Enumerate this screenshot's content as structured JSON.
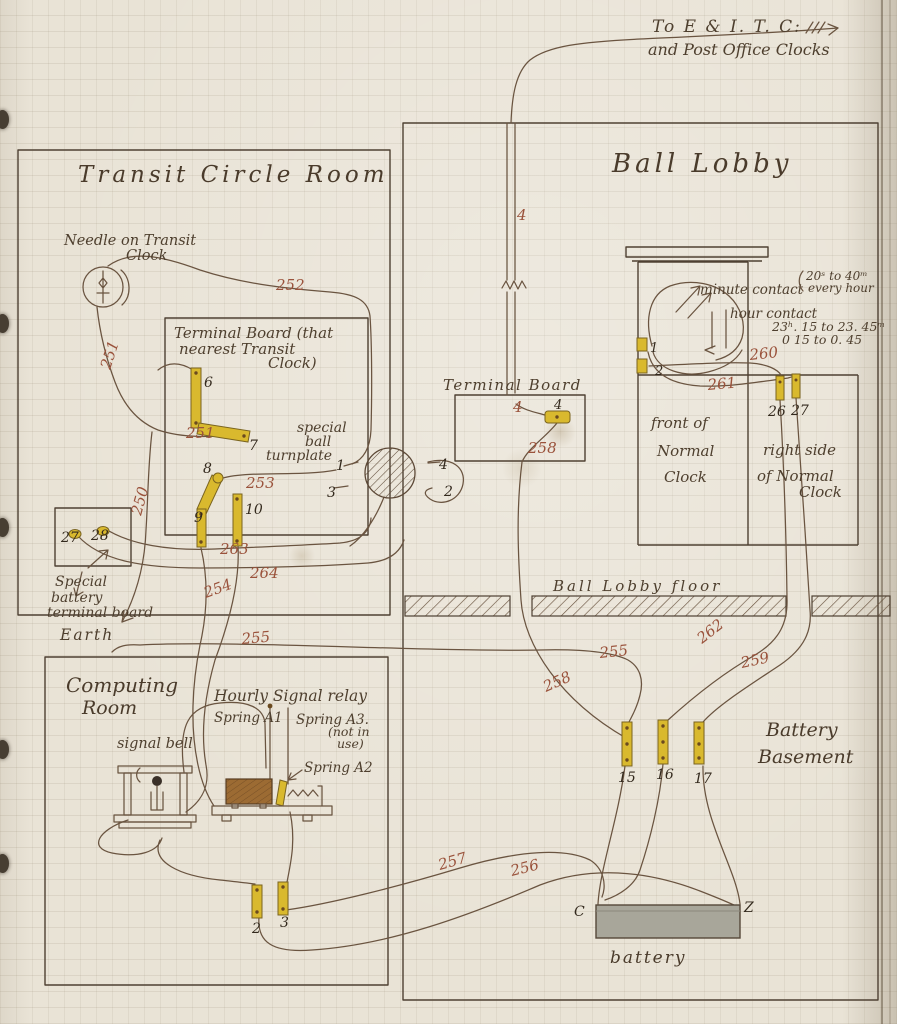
{
  "heading": {
    "line1": "To  E & I. T. C:",
    "line2": "and Post Office Clocks"
  },
  "rooms": {
    "transit_title": "Transit Circle Room",
    "ball_lobby_title": "Ball Lobby",
    "computing_line1": "Computing",
    "computing_line2": "Room",
    "battery_line1": "Battery",
    "battery_line2": "Basement"
  },
  "transit": {
    "needle_line1": "Needle on Transit",
    "needle_line2": "Clock",
    "board_line1": "Terminal Board (that",
    "board_line2": "nearest Transit",
    "board_line3": "Clock)",
    "turnplate_line1": "special",
    "turnplate_line2": "ball",
    "turnplate_line3": "turnplate",
    "special_board_line1": "Special",
    "special_board_line2": "battery",
    "special_board_line3": "terminal board",
    "earth": "Earth"
  },
  "ball": {
    "terminal_board_label": "Terminal   Board",
    "minute_contact": "minute contact",
    "minute_time": "20ˢ to 40ᵐ",
    "minute_every": "every hour",
    "hour_contact": "hour contact",
    "hour_time1": "23ʰ. 15 to 23. 45ᵐ",
    "hour_time2": "0  15 to  0. 45",
    "front_line1": "front of",
    "front_line2": "Normal",
    "front_line3": "Clock",
    "right_line1": "right side",
    "right_line2": "of Normal",
    "right_line3": "Clock",
    "floor_label": "Ball Lobby floor"
  },
  "computing": {
    "relay_title": "Hourly Signal relay",
    "spring_a1": "Spring A1",
    "spring_a3_line1": "Spring A3.",
    "spring_a3_line2": "(not in",
    "spring_a3_line3": "use)",
    "spring_a2": "Spring A2",
    "bell_label": "signal bell"
  },
  "battery": {
    "cell_label": "battery",
    "terminal_c": "C",
    "terminal_z": "Z"
  },
  "wire_numbers": {
    "4": "4",
    "250": "250",
    "251": "251",
    "252": "252",
    "253": "253",
    "254": "254",
    "255": "255",
    "256": "256",
    "257": "257",
    "258": "258",
    "259": "259",
    "260": "260",
    "261": "261",
    "262": "262",
    "263": "263",
    "264": "264"
  },
  "terminal_numbers": {
    "1": "1",
    "2": "2",
    "3": "3",
    "4": "4",
    "6": "6",
    "7": "7",
    "8": "8",
    "9": "9",
    "10": "10",
    "15": "15",
    "16": "16",
    "17": "17",
    "26": "26",
    "27": "27",
    "28": "28"
  },
  "colors": {
    "paper": "#e9e3d6",
    "ink": "#6a5440",
    "wire_label_ink": "#9a523b",
    "brass": "#d9b92e",
    "battery_fill": "#a8a69a",
    "coil_fill": "#9c6b33"
  }
}
